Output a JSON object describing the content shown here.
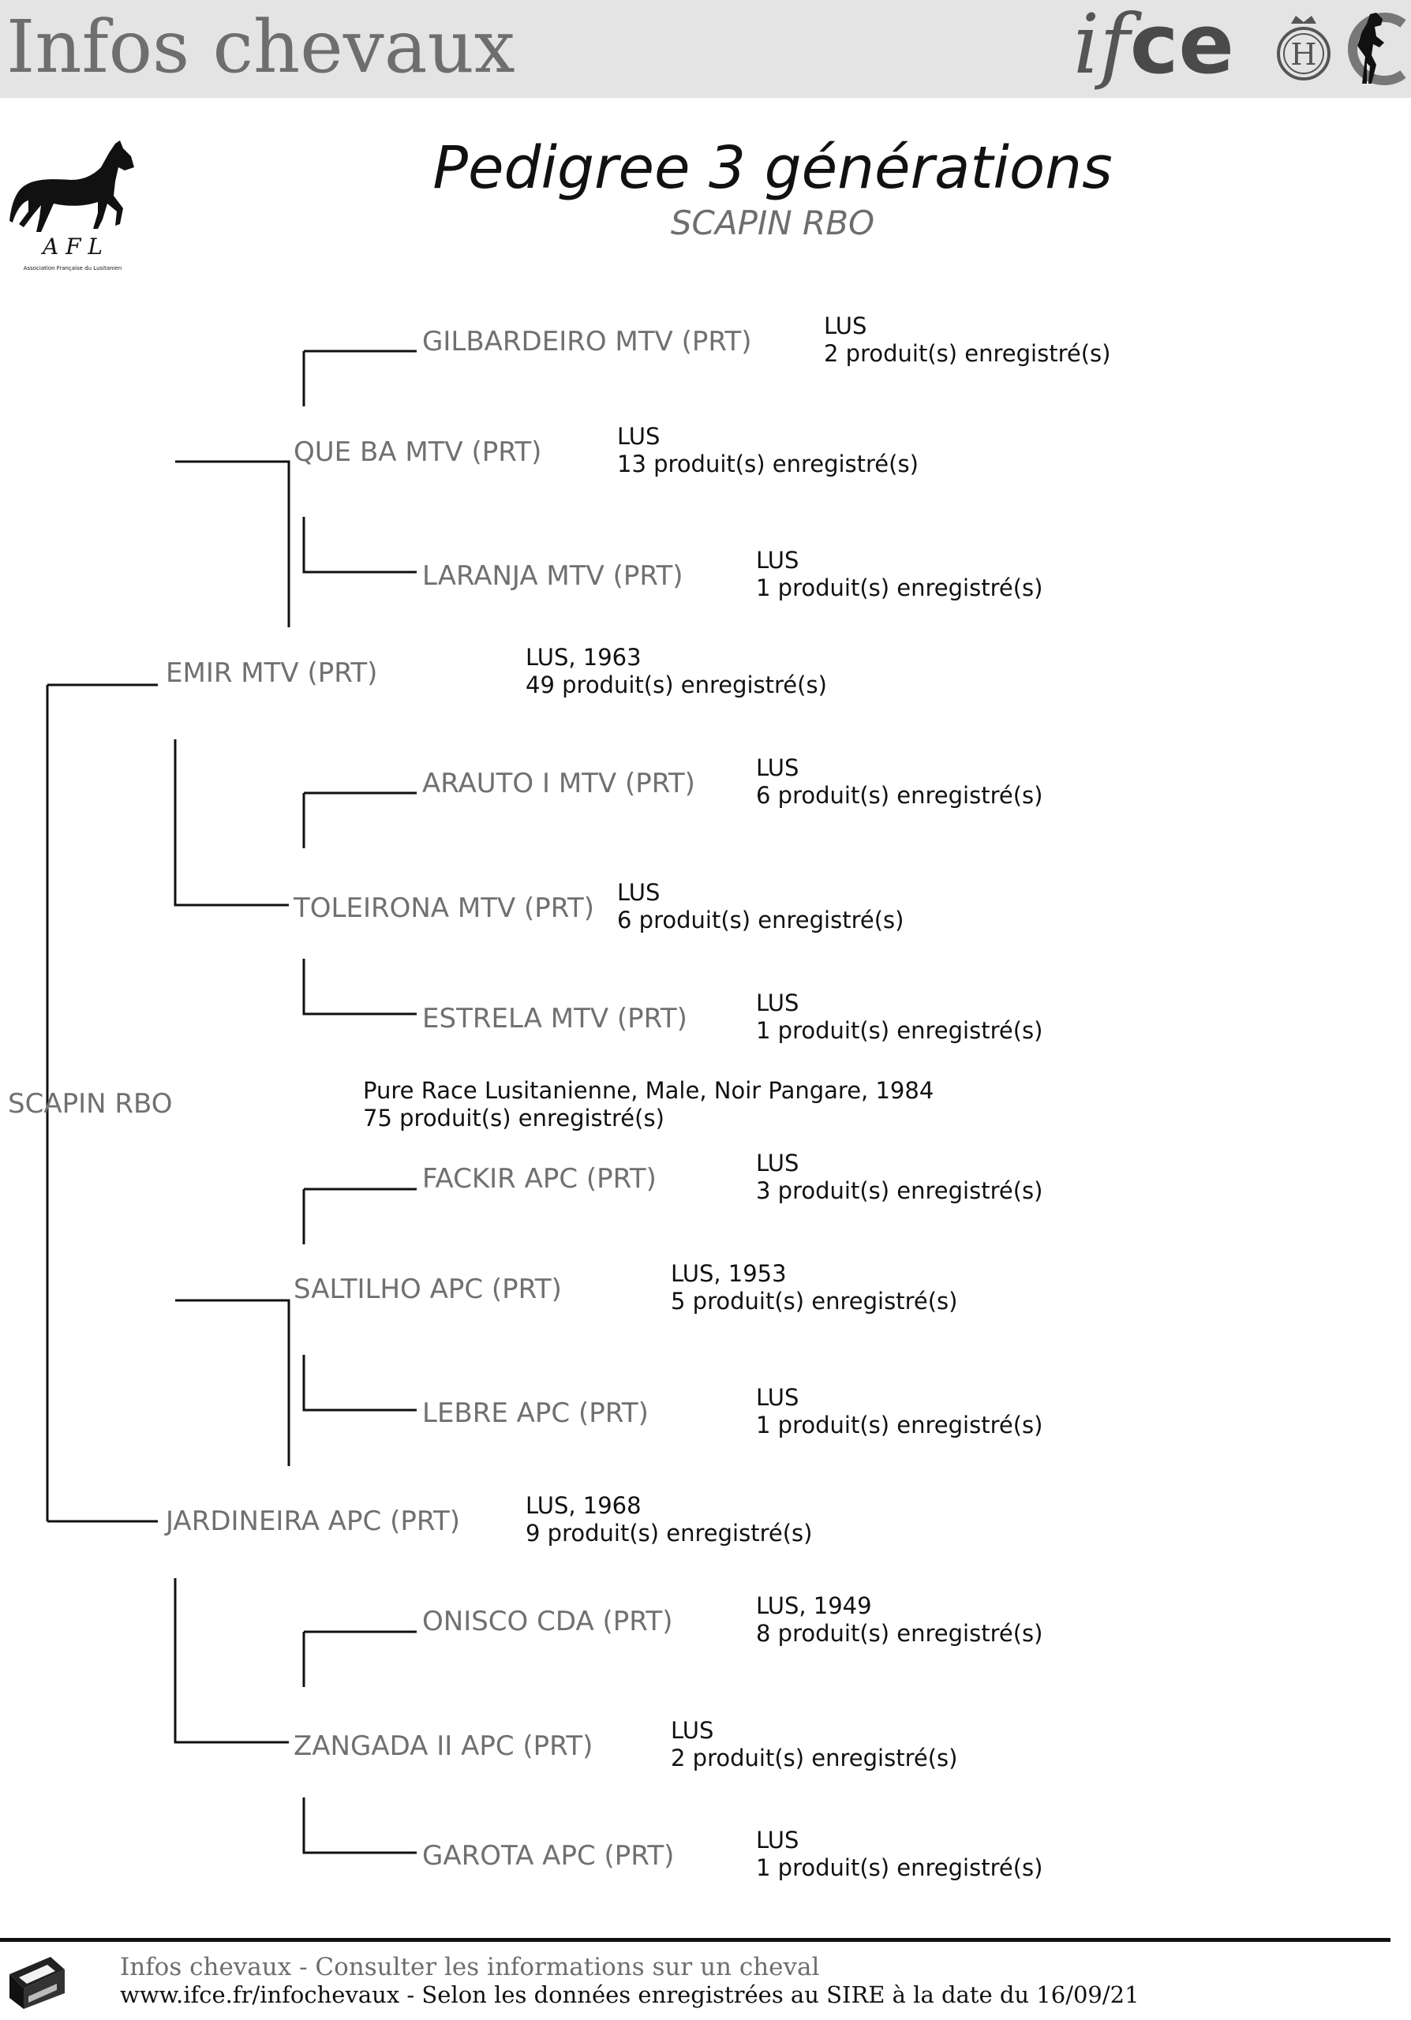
{
  "header": {
    "site_title": "Infos chevaux",
    "brand_i": "if",
    "brand_ce": "ce",
    "seal_letter": "H"
  },
  "logo": {
    "letters": "A F L",
    "caption": "Association Française du Lusitanien"
  },
  "document": {
    "title": "Pedigree 3 générations",
    "subtitle": "SCAPIN RBO"
  },
  "subject": {
    "name": "SCAPIN RBO",
    "info_line1": "Pure Race Lusitanienne, Male, Noir Pangare, 1984",
    "info_line2": "75 produit(s) enregistré(s)"
  },
  "pedigree": {
    "sire": {
      "name": "EMIR MTV (PRT)",
      "info_line1": "LUS, 1963",
      "info_line2": "49 produit(s) enregistré(s)"
    },
    "sire_sire": {
      "name": "QUE BA MTV (PRT)",
      "info_line1": "LUS",
      "info_line2": "13 produit(s) enregistré(s)"
    },
    "sire_sire_sire": {
      "name": "GILBARDEIRO MTV (PRT)",
      "info_line1": "LUS",
      "info_line2": "2 produit(s) enregistré(s)"
    },
    "sire_sire_dam": {
      "name": "LARANJA MTV (PRT)",
      "info_line1": "LUS",
      "info_line2": "1 produit(s) enregistré(s)"
    },
    "sire_dam": {
      "name": "TOLEIRONA MTV (PRT)",
      "info_line1": "LUS",
      "info_line2": "6 produit(s) enregistré(s)"
    },
    "sire_dam_sire": {
      "name": "ARAUTO I MTV (PRT)",
      "info_line1": "LUS",
      "info_line2": "6 produit(s) enregistré(s)"
    },
    "sire_dam_dam": {
      "name": "ESTRELA MTV (PRT)",
      "info_line1": "LUS",
      "info_line2": "1 produit(s) enregistré(s)"
    },
    "dam": {
      "name": "JARDINEIRA APC (PRT)",
      "info_line1": "LUS, 1968",
      "info_line2": "9 produit(s) enregistré(s)"
    },
    "dam_sire": {
      "name": "SALTILHO APC (PRT)",
      "info_line1": "LUS, 1953",
      "info_line2": "5 produit(s) enregistré(s)"
    },
    "dam_sire_sire": {
      "name": "FACKIR APC (PRT)",
      "info_line1": "LUS",
      "info_line2": "3 produit(s) enregistré(s)"
    },
    "dam_sire_dam": {
      "name": "LEBRE APC (PRT)",
      "info_line1": "LUS",
      "info_line2": "1 produit(s) enregistré(s)"
    },
    "dam_dam": {
      "name": "ZANGADA II APC (PRT)",
      "info_line1": "LUS",
      "info_line2": "2 produit(s) enregistré(s)"
    },
    "dam_dam_sire": {
      "name": "ONISCO CDA (PRT)",
      "info_line1": "LUS, 1949",
      "info_line2": "8 produit(s) enregistré(s)"
    },
    "dam_dam_dam": {
      "name": "GAROTA APC (PRT)",
      "info_line1": "LUS",
      "info_line2": "1 produit(s) enregistré(s)"
    }
  },
  "footer": {
    "line1": "Infos chevaux - Consulter les informations sur un cheval",
    "line2": "www.ifce.fr/infochevaux - Selon les données enregistrées au SIRE à la date du 16/09/21"
  },
  "colors": {
    "header_bg": "#e4e4e4",
    "name_gray": "#707070",
    "text_black": "#111111"
  }
}
